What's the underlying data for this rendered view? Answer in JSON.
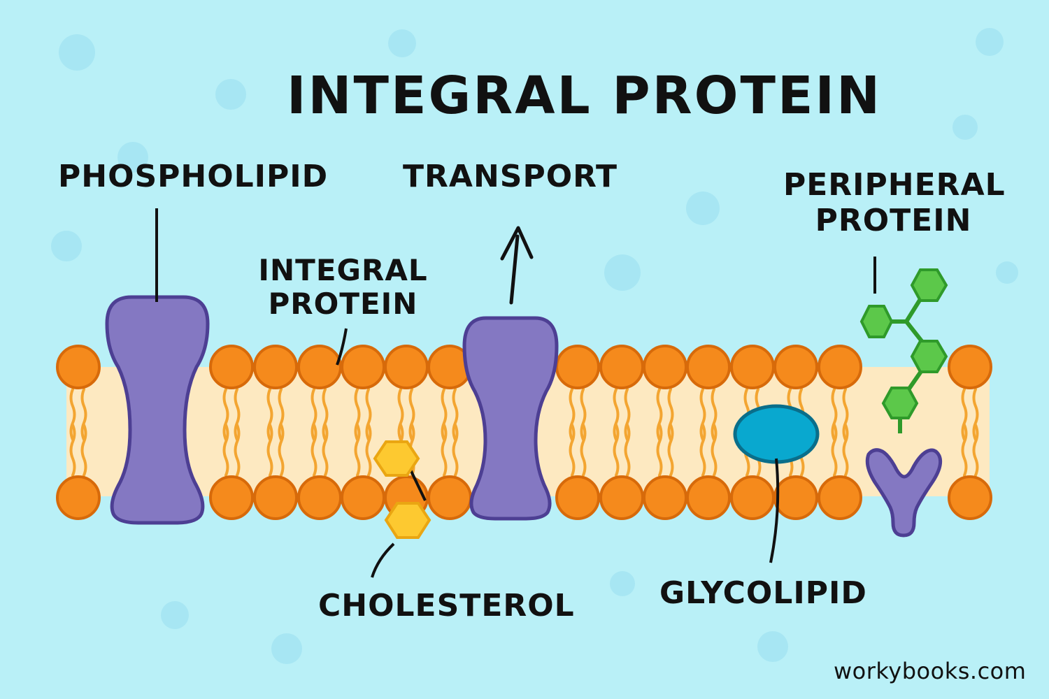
{
  "title": "INTEGRAL PROTEIN",
  "labels": {
    "phospholipid": "PHOSPHOLIPID",
    "transport": "TRANSPORT",
    "integral_protein_line1": "INTEGRAL",
    "integral_protein_line2": "PROTEIN",
    "peripheral_line1": "PERIPHERAL",
    "peripheral_line2": "PROTEIN",
    "cholesterol": "CHOLESTEROL",
    "glycolipid": "GLYCOLIPID"
  },
  "watermark": "workybooks.com",
  "colors": {
    "background": "#b9f0f7",
    "bubble": "#a7e6f3",
    "membrane_core": "#fde9c1",
    "phospholipid_head": "#f58a1c",
    "phospholipid_head_outline": "#d76a0a",
    "phospholipid_tail": "#f3a531",
    "integral_protein": "#8478c2",
    "integral_protein_outline": "#4d3f93",
    "cholesterol": "#fdc930",
    "cholesterol_outline": "#eaa612",
    "glycolipid": "#09a8cf",
    "glycolipid_outline": "#0a6e8a",
    "peripheral_chain": "#5cc84a",
    "peripheral_chain_outline": "#2f9a2a",
    "line": "#111111"
  }
}
